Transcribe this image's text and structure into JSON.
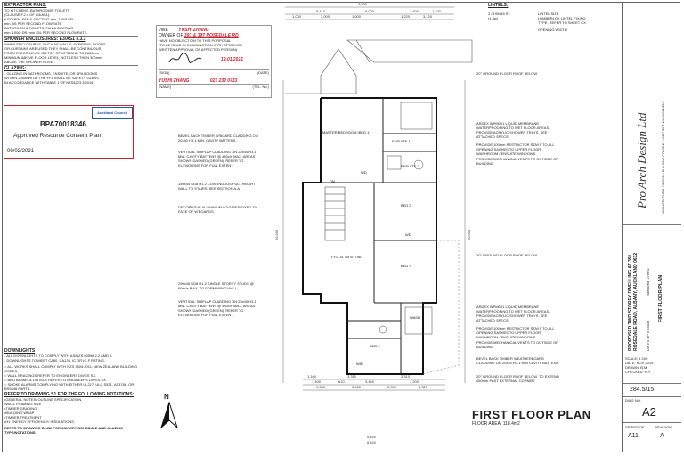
{
  "notes_left": {
    "extractor_title": "EXTRACTOR FANS:",
    "extractor_lines": [
      "TO KITCHENS, BATHROOMS, TOILETS",
      "(CLAUSE F.2.4 OF G4/AS1):",
      "KITCHEN: FAN & DUCTING min. 150Ø DR,",
      "min. 5S PER SECOND FLOWRATE",
      "BATHROOM & TOILETS: FAN & DUCTING",
      "min. 100Ø DR, min 25L PER SECOND FLOWRATE."
    ],
    "shower_title": "SHOWER ENCLOSURES: E3/AS1 3.3.3",
    "shower_lines": [
      "WHEN ENCLOSURES, SUCH AS WALLS, SCREENS, DOORS",
      "OR CURTAINS ARE USED THEY SHALL BE CONTINUOUS",
      "FROM FLOOR LEVEL OR TOP OF UPSTAND TO 1800mm",
      "MINIMUM ABOVE FLOOR LEVEL, NOT LESS THEN 300mm",
      "ABOVE THE SHOWER ROSE."
    ],
    "glazing_title": "GLAZING:",
    "glazing_lines": [
      "- GLAZING IN BATHROOMS, ENSUITE, OR SPA ROOMS",
      "WITHIN 2000mm OF THE FFL SHALL BE SAFETY GLASS",
      "IN ACCORDANCE WITH TABLE 1 OF NZS4223.3:2016"
    ]
  },
  "consent_form": {
    "line1": "I/WE",
    "name": "YUSHI ZHANG",
    "owner_prefix": "OWNER OF",
    "address": "393 & 397 ROSEDALE RD",
    "lines": [
      "HAVE NO OBJECTION TO THIS PORPOSAL",
      "(TO BE READ IN CONJUNCTION WITH ATTACHED",
      "WRITTEN APPROVAL OF AFFECTED PERSON)"
    ],
    "date": "19.01.2021",
    "sign_label": "(SIGN)",
    "date_label": "(DATE)",
    "phone": "021 232 0733",
    "name_label": "(NAME)",
    "tel_label": "(TEL. No.)"
  },
  "stamp": {
    "code": "BPA70018346",
    "council": "Auckland Council",
    "text": "Approved Resource Consent Plan",
    "date": "09/02/2021"
  },
  "lintels": {
    "title": "LINTELS:",
    "spec": "2 / 190x45 S'",
    "spec2": "(1.8w)",
    "legend1": "LINTEL SIZE",
    "legend2": "LUMBERLOK LINTEL FIXING",
    "legend3": "TYPE, REFER TO SHEET CX",
    "legend4": "OPENING WIDTH"
  },
  "annotations_left": [
    "BEVEL BACK TIMBER W'BOARD CLADDING ON 20x40 H3.1 MIN. CAVITY BATTENS.",
    "VERTICAL SHIPLAP CLADDING ON 20x40 H3.1 MIN. CAVITY BATTENS @ 480c/s MAX. AREAS SHOWN DASHED (GREEN). REFER TO ELEVATIONS FOR FULL EXTENT.",
    "140x45 SG8 H1.2 CONTINUOUS FULL HEIGHT WALL TO STAIRS. SEE SECTION A-A.",
    "DECORATIVE ALUMINIUM LOUVRES FIXED TO FACE OF W'BOARDS.",
    "290x45 SG8 H1.2 SINGLE STOREY STUDS @ 600c/s MAX. TO FORM WING WALL.",
    "VERTICAL SHIPLAP CLADDING ON 20x40 H3.1 MIN. CAVITY BATTENS @ 480c/s MAX. AREAS SHOWN DASHED (GREEN). REFER TO ELEVATIONS FOR FULL EXTENT."
  ],
  "annotations_right": [
    "20° GROUND FLOOR ROOF BELOW.",
    "ARDEX WPM001 LIQUID MEMBRANE WATERPROOFING TO WET FLOOR AREAS. PROVIDE ACRYLIC SHOWER TRAYS. SEE ATTACHED SPECS.",
    "PROVIDE 100mm RESTRICTOR STAYS TO ALL OPENING SASHES TO UPPER FLOOR WASHROOM / ENSUITE WINDOWS.",
    "PROVIDE MECHANICAL VENTS TO OUTSIDE OF BUILDING.",
    "20° GROUND FLOOR ROOF BELOW.",
    "ARDEX WPM001 LIQUID MEMBRANE WATERPROOFING TO WET FLOOR AREAS. PROVIDE ACRYLIC SHOWER TRAYS. SEE ATTACHED SPECS.",
    "PROVIDE 100mm RESTRICTOR STAYS TO ALL OPENING SASHES TO UPPER FLOOR WASHROOM / ENSUITE WINDOWS.",
    "PROVIDE MECHANICAL VENTS TO OUTSIDE OF BUILDING.",
    "BEVEL BACK TIMBER WEATHERBOARD CLADDING ON 20x40 H3.1 MIN CAVITY BATTENS.",
    "20° GROUND FLOOR ROOF BELOW. TO EXTEND 450mm PAST EXTERNAL CORNER."
  ],
  "rooms": {
    "master": "MASTER BEDROOM (BED 1)",
    "ensuite1": "ENSUITE 1",
    "ensuite2": "ENSUITE 2",
    "bed2": "BED 2",
    "bed3": "BED 3",
    "bed4": "BED 4",
    "wash": "WASH",
    "sitting": "F.F.L. 24.765 SITTING",
    "wd": "WD",
    "wir": "WIR",
    "dn": "DN"
  },
  "dims": {
    "top_total": "9,500",
    "top_row1": [
      "5,410",
      "8,000",
      "1,820",
      "1,220"
    ],
    "top_row2": [
      "1,000",
      "3,000",
      "1,000",
      "1,220",
      "3,120"
    ],
    "bottom_row1": [
      "1,100",
      "3,310",
      "3,310"
    ],
    "bottom_row2": [
      "1,400",
      "610",
      "3,440",
      "1,200"
    ],
    "bottom_row3": [
      "1,380",
      "3,430",
      "2,000",
      "1,320"
    ],
    "bottom_total1": "5,160",
    "bottom_total2": "8,160",
    "left_total": "20,900",
    "right_total": "20,900"
  },
  "notes_bottom": {
    "downlights_title": "DOWNLIGHTS",
    "downlights": [
      "- ALL DOWNLIGHTS TO COMPLY WITH AS/NZS 60598.2.2 AMD A",
      "- DOWNLIGHTS TO MEET CA80, CA135, IC OR IC-F RATING."
    ],
    "items": [
      "○ ALL WORKS SHALL COMPLY WITH NZS 3604:2011, NEW ZEALAND BUILDING CODES.",
      "○ WALL BRACINGS REFER TO ENGINEERS DWGS SX.",
      "○ BED BEAMS & LINTELS REFER TO ENGINEERS DWGS SX.",
      "○ SMOKE ALARMS COMPLYING WITH EITHER UL217, ULC S531, AS3786, OR BS5446 PART 1."
    ],
    "refer_title": "REFER TO DRAWING S1 FOR THE FOLLOWING NOTATIONS:",
    "refer_items": [
      "•GENERAL NOTES/ OUTLINE SPECIFICATION",
      "•WALL FRAMING SIZE",
      "•TIMBER GRADING",
      "•BUILDING WRAP",
      "•TIMBER TREATMENT",
      "•H1 ENERGY EFFICIENCY/ INSULATIONS"
    ],
    "joinery": "REFER TO DRAWING B1-B2 FOR JOINERY SCHEDULE AND GLAZING TYPE/NOTATIONS"
  },
  "plan_title": {
    "title": "FIRST FLOOR PLAN",
    "area": "FLOOR AREA: 118.4m2",
    "north": "N"
  },
  "title_block": {
    "company": "Pro Arch Design Ltd",
    "company_sub": "ARCHITECTURAL DESIGN • BUILDING CONSENT • PROJECT MANAGEMENT",
    "project": "PROPOSED TWO STOREY DWELLING AT 391 ROSEDALE ROAD, ALBANY, AUCKLAND 0632",
    "lot": "Lot # 5   DP # 54036",
    "site_area": "Site Area: 276m2",
    "sheet_title": "FIRST FLOOR PLAN",
    "scale": "1:100",
    "date": "NOV 2019",
    "drawn": "B.M",
    "checked": "R.Y",
    "job_no": "284.5/15",
    "dwg_no": "A2",
    "series": "A11",
    "revision": "A",
    "series_label": "SERIES OF",
    "revision_label": "REVISION",
    "dwg_label": "DWG NO.",
    "scale_label": "SCALE",
    "date_label": "DATE",
    "drawn_label": "DRAWN",
    "checked_label": "CHECKED"
  }
}
